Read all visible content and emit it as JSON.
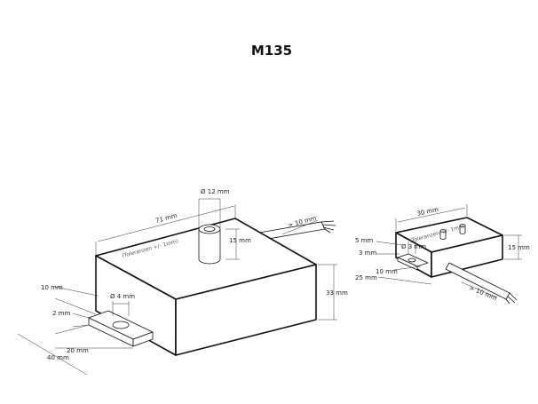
{
  "title": "M135",
  "large_module": {
    "tolerance": "(Toleranzen +/- 1mm)",
    "width": "71 mm",
    "tube_diameter": "Ø 12 mm",
    "tube_height": "15 mm",
    "cable": "> 10 mm",
    "height": "33 mm",
    "hole": "Ø 4 mm",
    "tab_10": "10 mm",
    "tab_2": "2 mm",
    "tab_20": "20 mm",
    "depth": "40 mm"
  },
  "small_module": {
    "tolerance": "(Toleranzen +/- 1mm)",
    "width": "30 mm",
    "height": "15 mm",
    "tab_5": "5 mm",
    "hole": "Ø 3 mm",
    "tab_3": "3 mm",
    "tab_10": "10 mm",
    "depth": "25 mm",
    "cable": "> 10 mm"
  }
}
